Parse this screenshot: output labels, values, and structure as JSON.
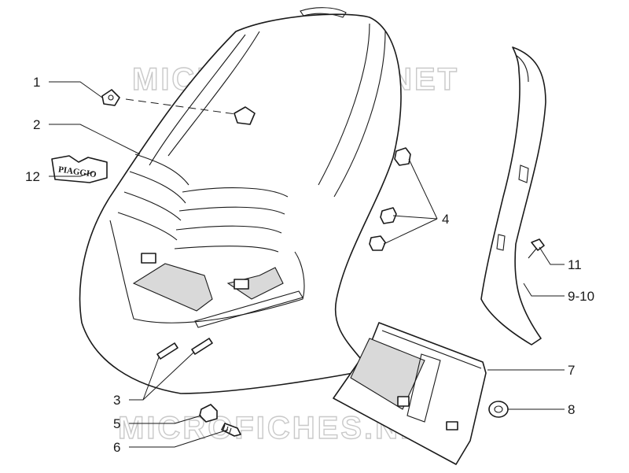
{
  "watermark": "MICROFICHES.NET",
  "logo_label": "PIAGGIO",
  "callouts": [
    {
      "id": "1",
      "text": "1"
    },
    {
      "id": "2",
      "text": "2"
    },
    {
      "id": "12",
      "text": "12"
    },
    {
      "id": "3",
      "text": "3"
    },
    {
      "id": "5",
      "text": "5"
    },
    {
      "id": "6",
      "text": "6"
    },
    {
      "id": "4",
      "text": "4"
    },
    {
      "id": "11",
      "text": "11"
    },
    {
      "id": "9-10",
      "text": "9-10"
    },
    {
      "id": "7",
      "text": "7"
    },
    {
      "id": "8",
      "text": "8"
    }
  ]
}
